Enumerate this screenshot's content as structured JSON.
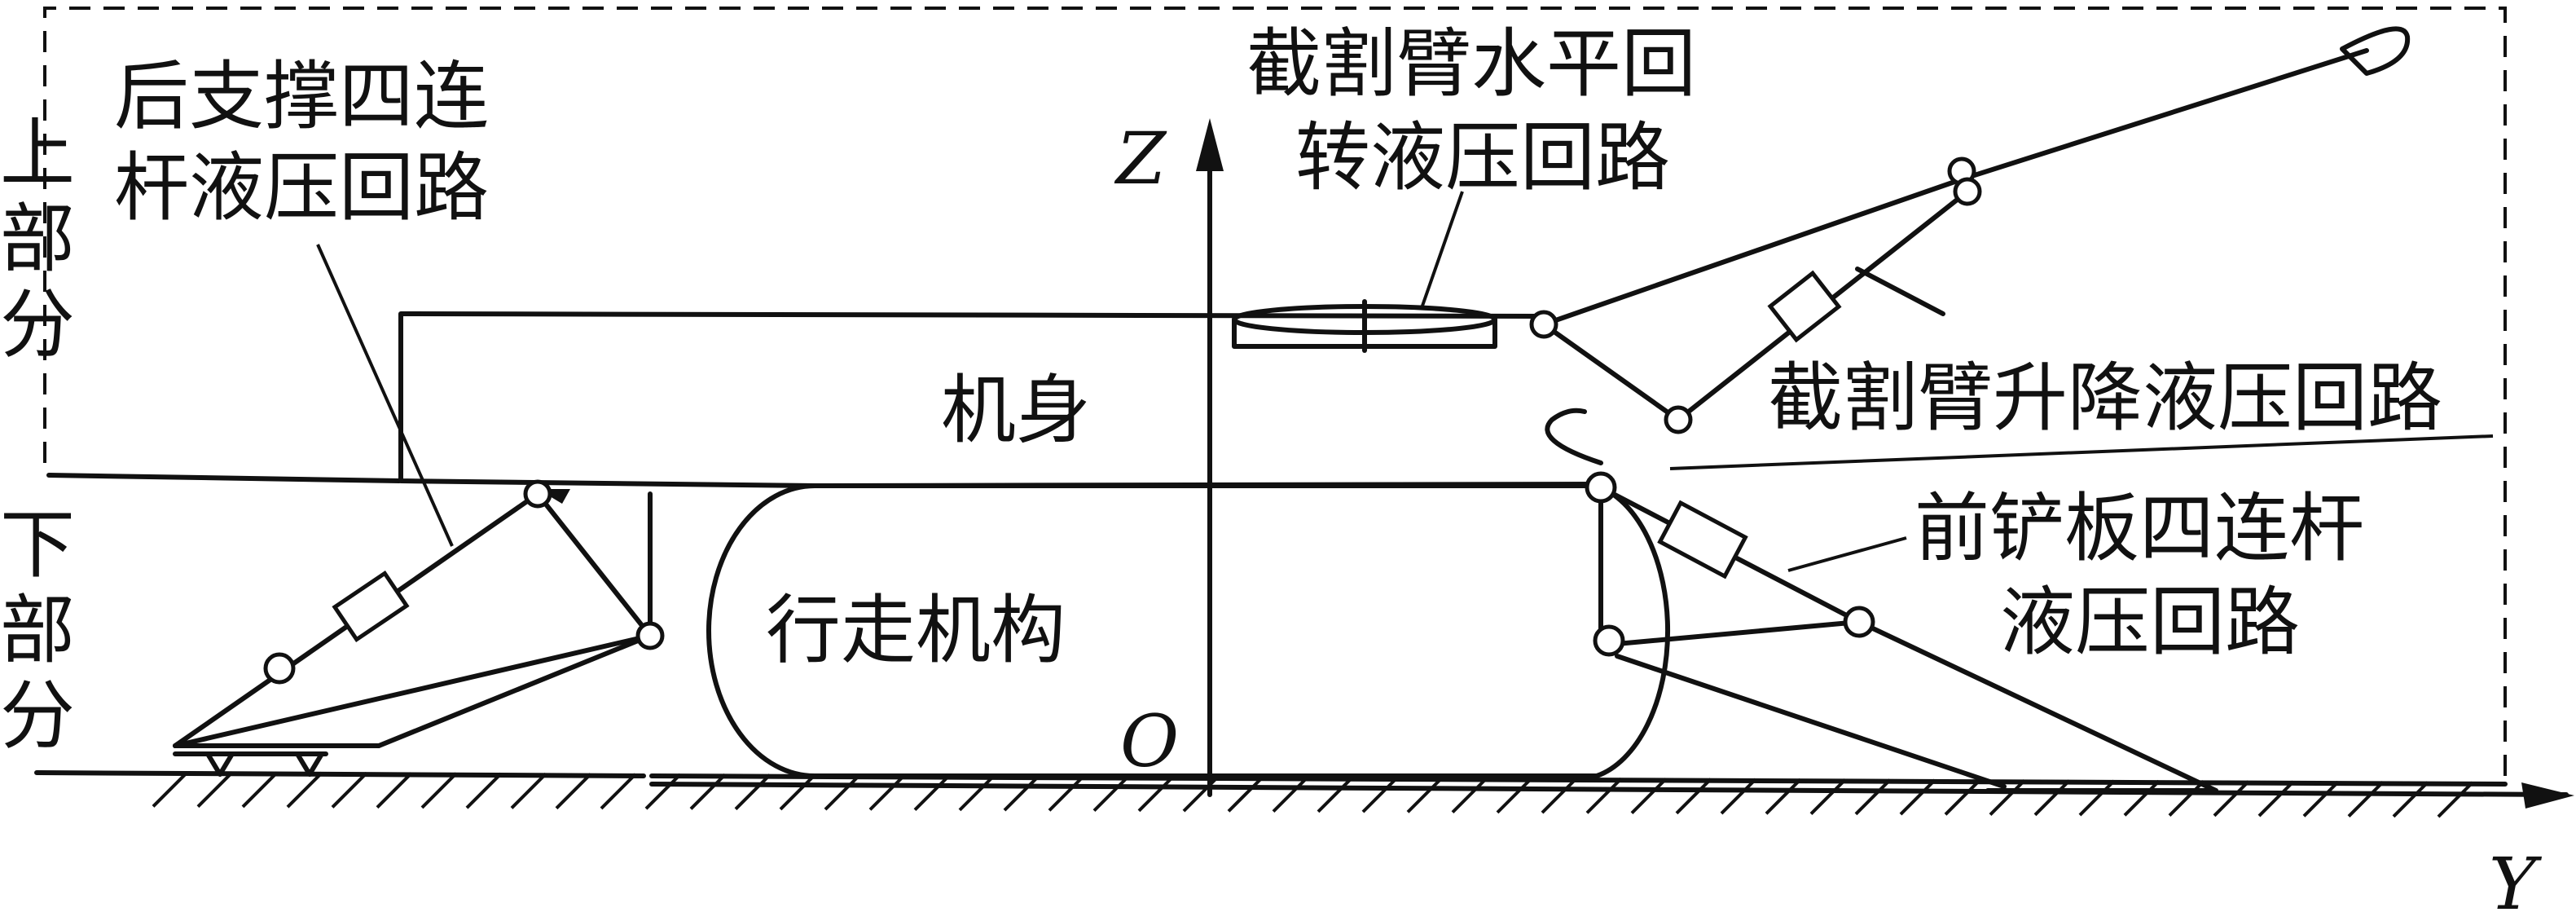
{
  "labels": {
    "rear_support_line1": "后支撑四连",
    "rear_support_line2": "杆液压回路",
    "upper_part": [
      "上",
      "部",
      "分"
    ],
    "lower_part": [
      "下",
      "部",
      "分"
    ],
    "body": "机身",
    "travel": "行走机构",
    "cutting_horizontal_line1": "截割臂水平回",
    "cutting_horizontal_line2": "转液压回路",
    "cutting_lift": "截割臂升降液压回路",
    "front_shovel_line1": "前铲板四连杆",
    "front_shovel_line2": "液压回路"
  },
  "axes": {
    "z": "Z",
    "y": "Y",
    "origin": "O"
  },
  "colors": {
    "stroke": "#111111",
    "background": "#ffffff"
  }
}
